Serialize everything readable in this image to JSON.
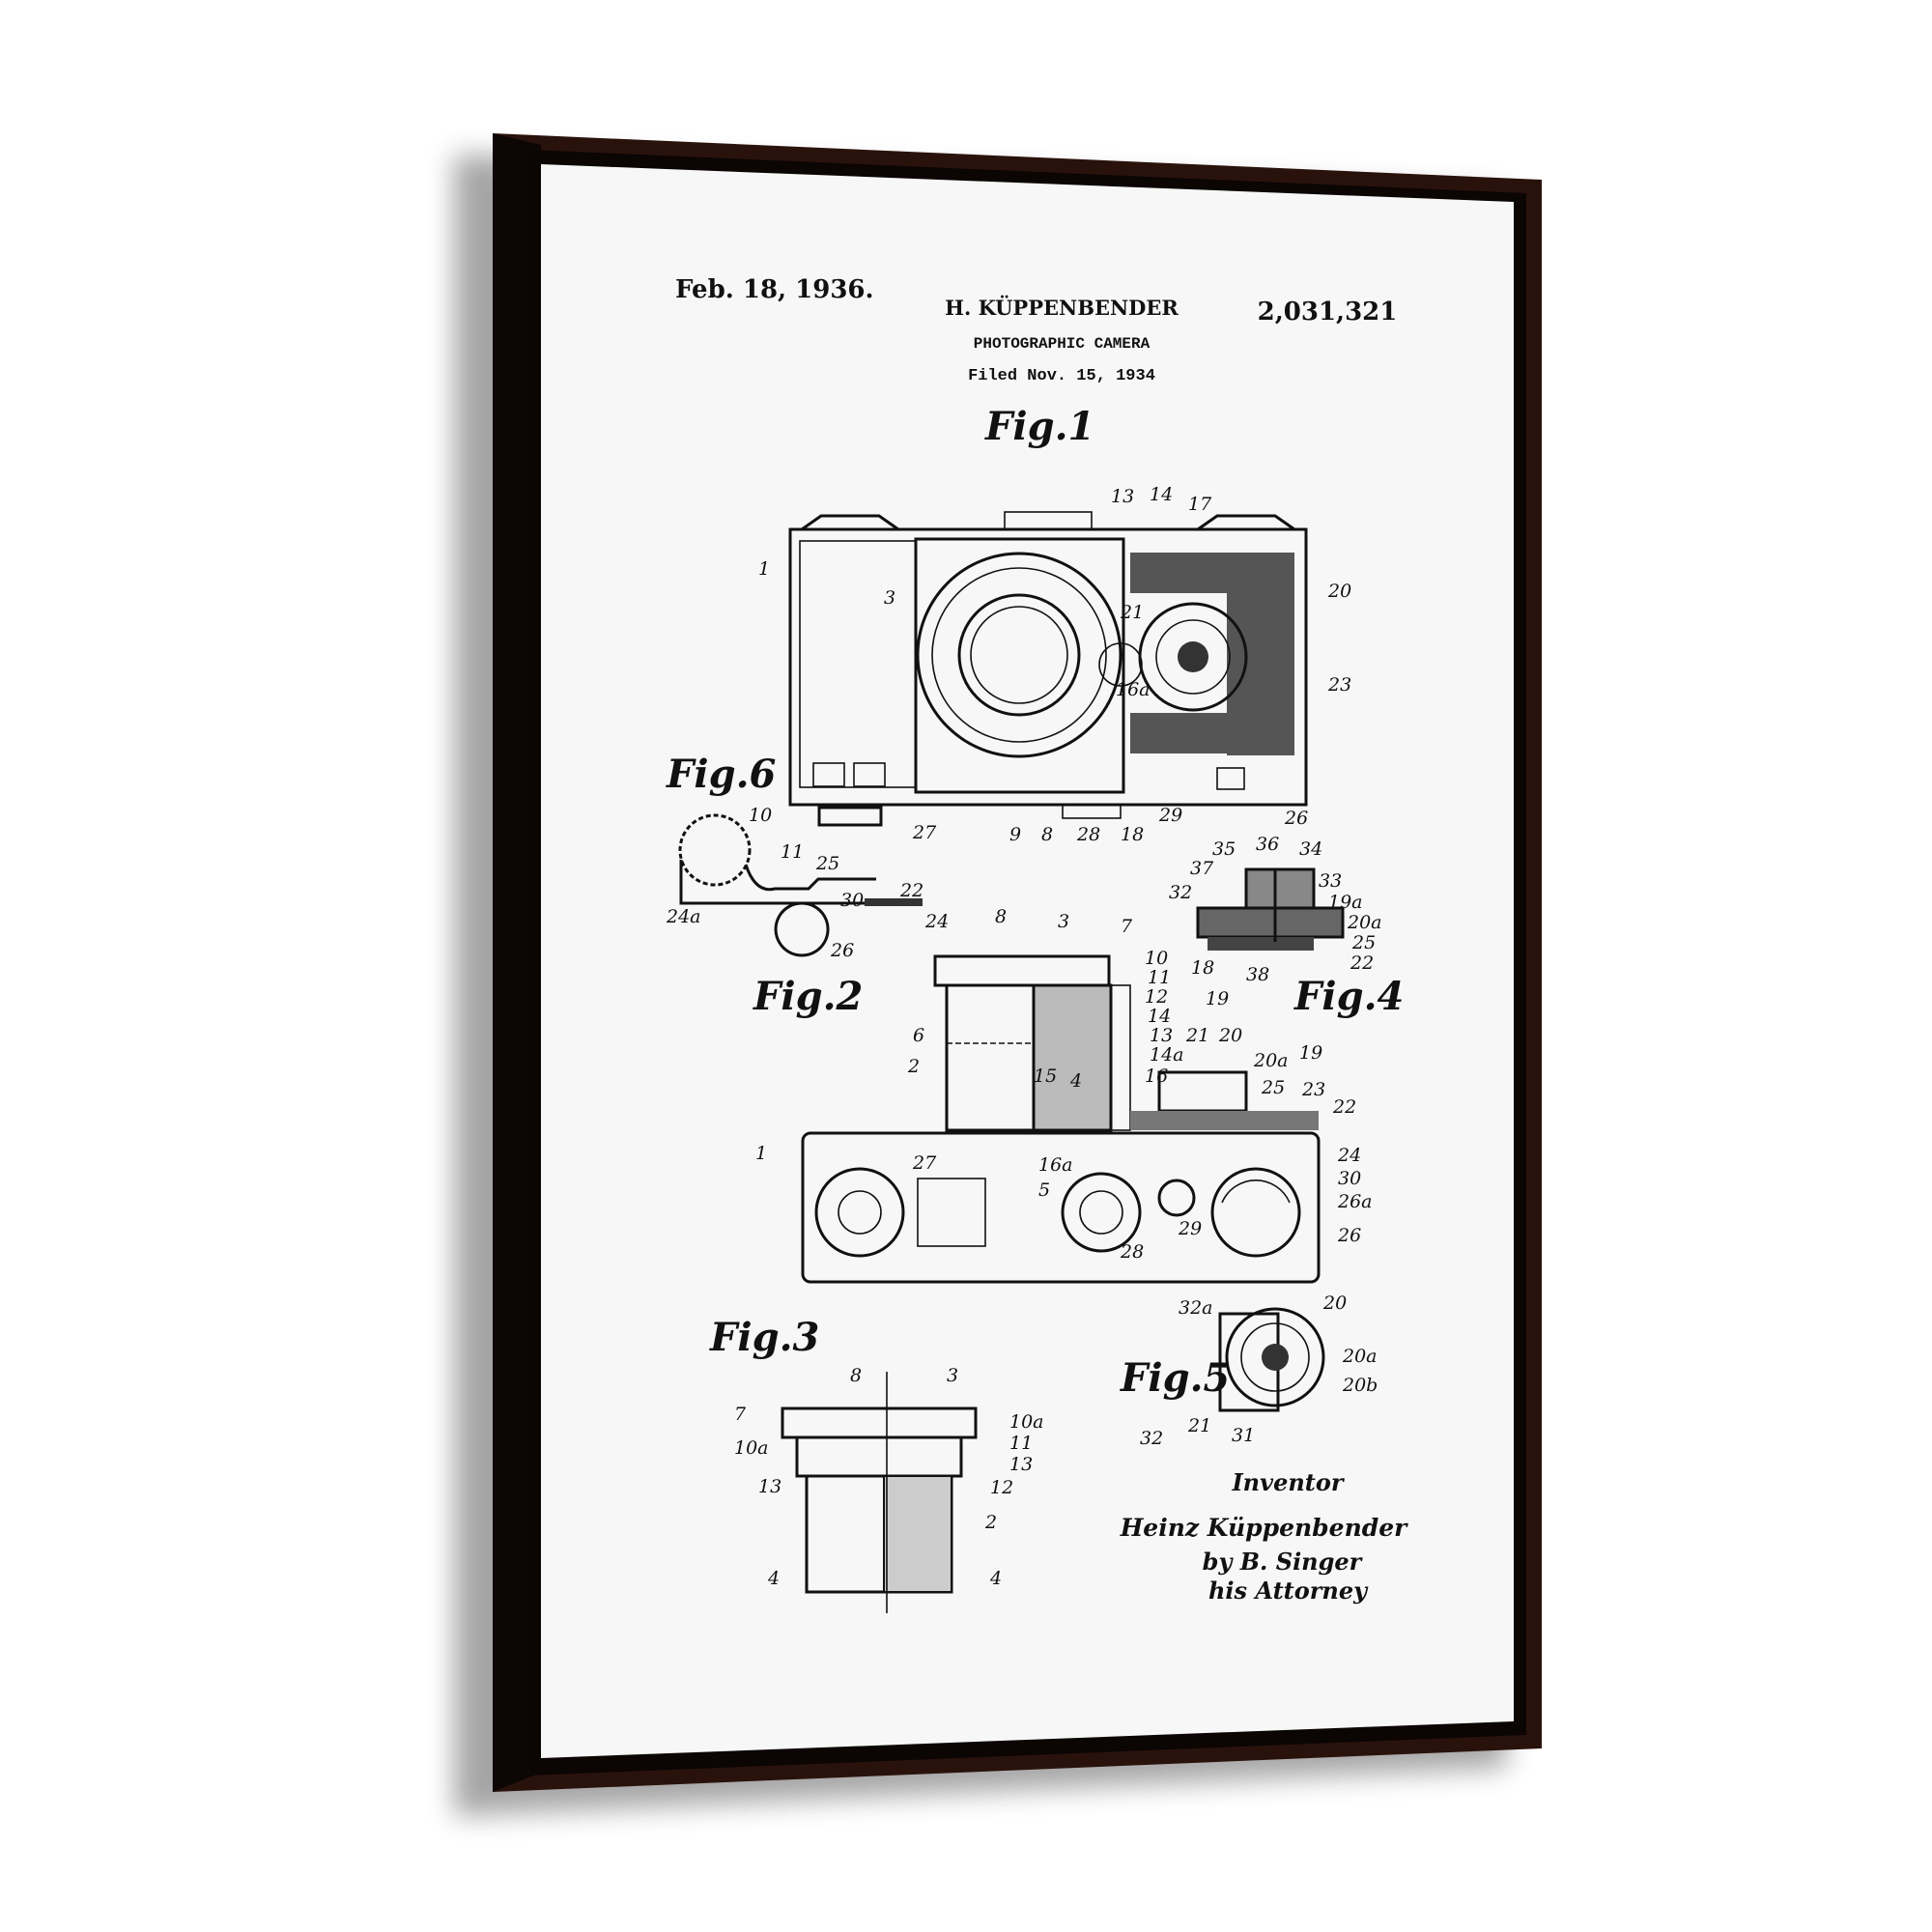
{
  "frame": {
    "frame_color": "#2a120c",
    "side_color": "#0d0605",
    "canvas_color": "#f7f7f7",
    "ink_color": "#111111"
  },
  "header": {
    "date": "Feb. 18, 1936.",
    "inventor_name": "H. KÜPPENBENDER",
    "title": "PHOTOGRAPHIC CAMERA",
    "filed": "Filed Nov. 15, 1934",
    "patent_number": "2,031,321"
  },
  "figures": {
    "fig1": {
      "label": "Fig.1",
      "parts": [
        "1",
        "3",
        "13",
        "14",
        "17",
        "20",
        "21",
        "23",
        "16a",
        "9",
        "8",
        "28",
        "18",
        "29",
        "26",
        "27"
      ]
    },
    "fig2": {
      "label": "Fig.2",
      "parts": [
        "8",
        "3",
        "7",
        "10",
        "11",
        "12",
        "14",
        "13",
        "14a",
        "16",
        "21",
        "20",
        "20a",
        "19",
        "25",
        "23",
        "22",
        "24",
        "30",
        "26a",
        "26",
        "29",
        "28",
        "27",
        "1",
        "16a",
        "5",
        "4",
        "15",
        "2",
        "6"
      ]
    },
    "fig3": {
      "label": "Fig.3",
      "parts": [
        "8",
        "3",
        "7",
        "10a",
        "10a",
        "11",
        "13",
        "12",
        "13",
        "2",
        "4",
        "4"
      ]
    },
    "fig4": {
      "label": "Fig.4",
      "parts": [
        "35",
        "36",
        "34",
        "37",
        "33",
        "32",
        "19a",
        "20a",
        "25",
        "22",
        "18",
        "38",
        "19"
      ]
    },
    "fig5": {
      "label": "Fig.5",
      "parts": [
        "32a",
        "20",
        "20a",
        "20b",
        "32",
        "21",
        "31"
      ]
    },
    "fig6": {
      "label": "Fig.6",
      "parts": [
        "10",
        "11",
        "25",
        "30",
        "22",
        "24a",
        "24",
        "26"
      ]
    }
  },
  "signature": {
    "role": "Inventor",
    "name": "Heinz Küppenbender",
    "by": "by B. Singer",
    "attorney": "his Attorney"
  }
}
